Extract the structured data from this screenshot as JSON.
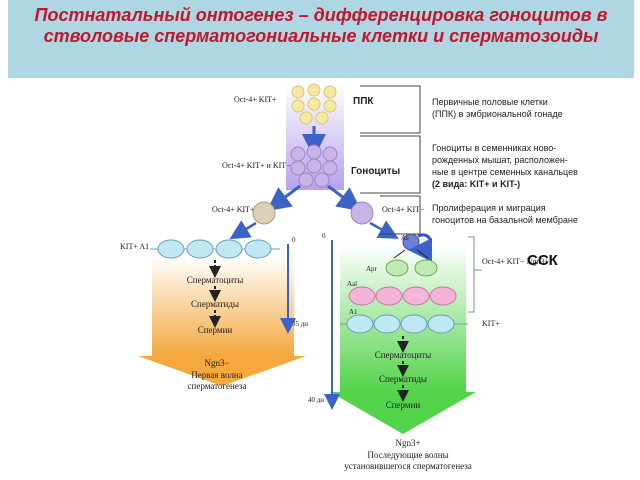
{
  "title": "Постнатальный онтогенез – дифференцировка гоноцитов в стволовые сперматогониальные клетки и сперматозоиды",
  "labels": {
    "ppk": "ППК",
    "gonocytes": "Гоноциты",
    "ssk": "ССК",
    "oct4_kit_pos": "Oct-4+ KIT+",
    "oct4_kit_both": "Oct-4+ KIT+ и KIT−",
    "oct4_kit_pos_left": "Oct-4+ KIT+",
    "oct4_kit_neg_right": "Oct-4+ KIT−",
    "kit_pos_a1": "KIT+ A1",
    "a1": "A1",
    "as": "As",
    "apr": "Apr",
    "aal": "Aal",
    "oct4_kit_ngn3_right": "Oct-4+ KIT− Ngn3+",
    "kit_pos_right": "KIT+"
  },
  "left_branch": {
    "spermatocytes": "Сперматоциты",
    "spermatids": "Сперматиды",
    "sperm": "Спермии",
    "ngn3": "Ngn3−",
    "caption_1": "Первая волна",
    "caption_2": "сперматогенеза",
    "axis_start": "0",
    "axis_end": "35 дн"
  },
  "right_branch": {
    "spermatocytes": "Сперматоциты",
    "spermatids": "Сперматиды",
    "sperm": "Спермии",
    "ngn3": "Ngn3+",
    "caption_1": "Последующие волны",
    "caption_2": "установившегося сперматогенеза",
    "axis_start": "0",
    "axis_end": "40 дн"
  },
  "annotations": {
    "ppk_note_1": "Первичные половые клетки",
    "ppk_note_2": "(ППК) в эмбриональной гонаде",
    "gono_note_1": "Гоноциты в семенниках ново-",
    "gono_note_2": "рожденных мышат, расположен-",
    "gono_note_3": "ные в центре семенных канальцев",
    "gono_note_4": "(2 вида: KIT+ и KIT-)",
    "prolif_note_1": "Пролиферация и миграция",
    "prolif_note_2": "гоноцитов на базальной мембране"
  },
  "colors": {
    "title": "#c0172f",
    "banner": "#aed7e3",
    "left_arrow": "#f4b04a",
    "right_arrow": "#6bd65c",
    "cell_yellow": "#f6e9a4",
    "cell_lavender": "#c9b4e6",
    "cell_cyan": "#bfe8f2",
    "cell_green": "#bfeab2",
    "cell_pink": "#f4b4d8",
    "cell_blue_dark": "#6d80d8"
  }
}
